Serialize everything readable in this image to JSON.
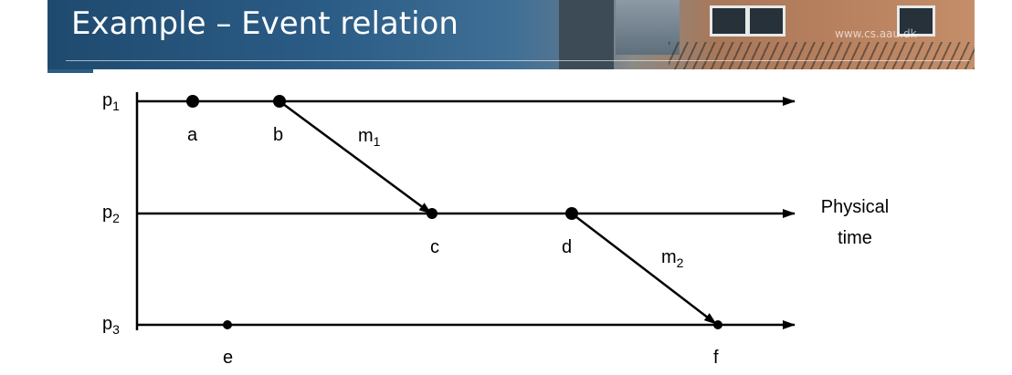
{
  "header": {
    "title": "Example – Event relation",
    "url": "www.cs.aau.dk"
  },
  "diagram": {
    "processes": [
      {
        "id": "p1",
        "label": "p",
        "sub": "1"
      },
      {
        "id": "p2",
        "label": "p",
        "sub": "2"
      },
      {
        "id": "p3",
        "label": "p",
        "sub": "3"
      }
    ],
    "events": [
      {
        "id": "a",
        "label": "a",
        "process": "p1"
      },
      {
        "id": "b",
        "label": "b",
        "process": "p1"
      },
      {
        "id": "c",
        "label": "c",
        "process": "p2"
      },
      {
        "id": "d",
        "label": "d",
        "process": "p2"
      },
      {
        "id": "e",
        "label": "e",
        "process": "p3"
      },
      {
        "id": "f",
        "label": "f",
        "process": "p3"
      }
    ],
    "messages": [
      {
        "label": "m",
        "sub": "1",
        "from": "b",
        "to": "c"
      },
      {
        "label": "m",
        "sub": "2",
        "from": "d",
        "to": "f"
      }
    ],
    "time_label": [
      "Physical",
      "time"
    ]
  }
}
